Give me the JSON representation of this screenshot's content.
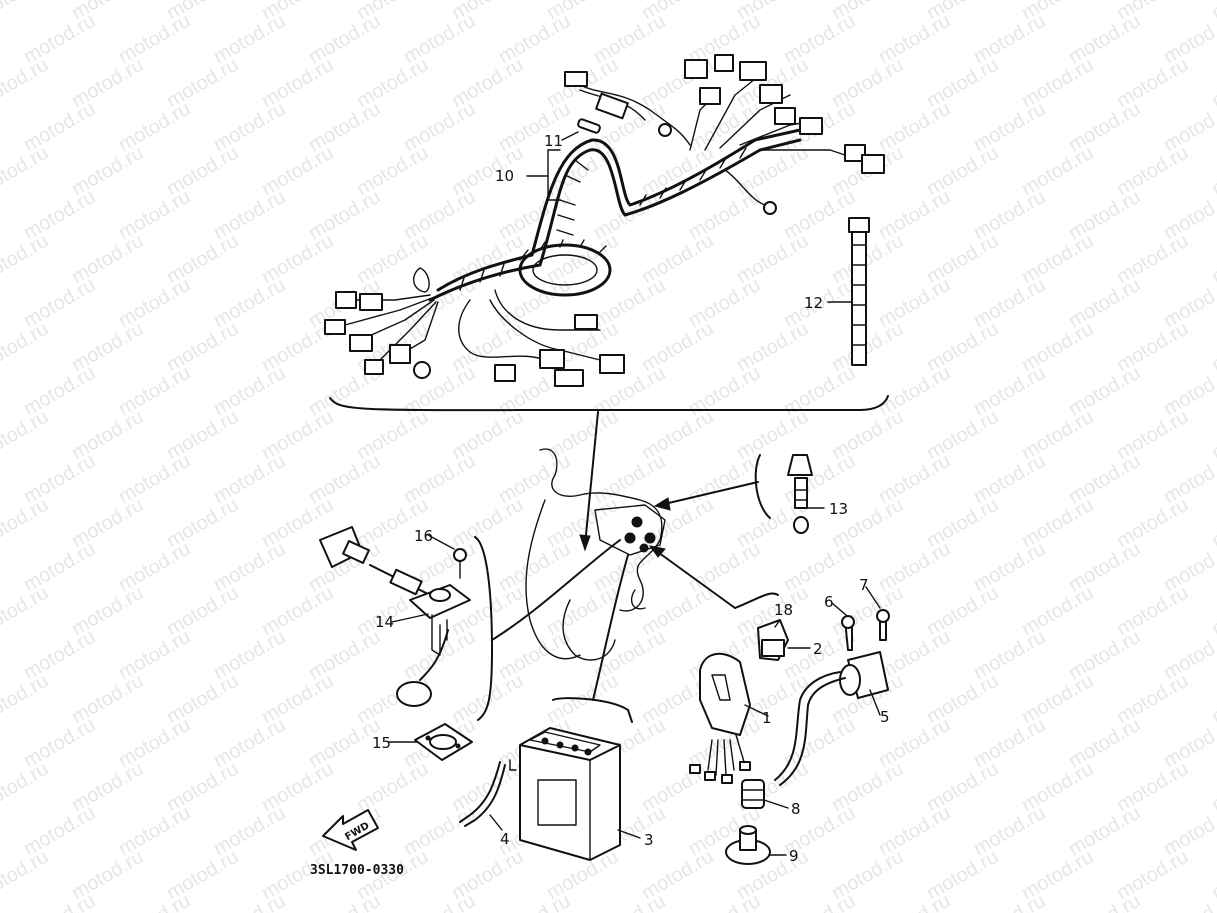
{
  "watermark": {
    "text": "motod.ru"
  },
  "callouts": {
    "c1": "1",
    "c2": "2",
    "c3": "3",
    "c4": "4",
    "c5": "5",
    "c6": "6",
    "c7": "7",
    "c8": "8",
    "c9": "9",
    "c10": "10",
    "c11": "11",
    "c12": "12",
    "c13": "13",
    "c14": "14",
    "c15": "15",
    "c16": "16",
    "c18": "18"
  },
  "fwd_label": "FWD",
  "part_code": "3SL1700-0330"
}
